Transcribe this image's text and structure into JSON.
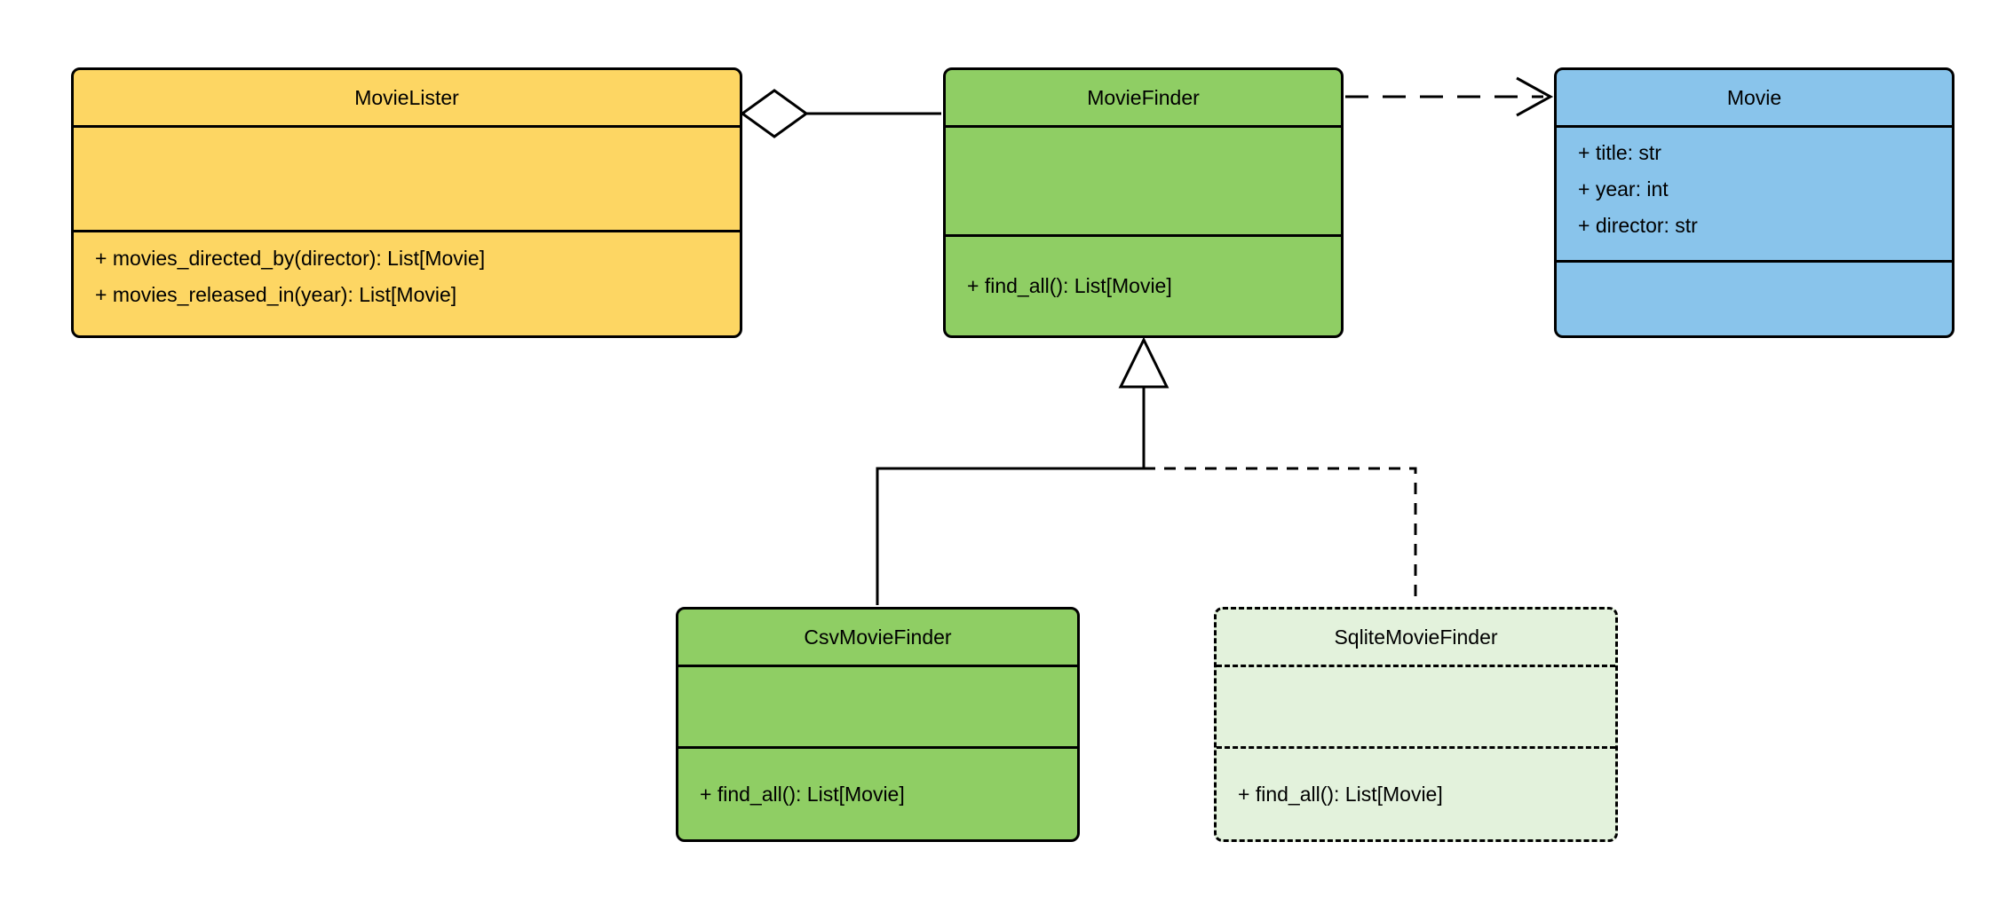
{
  "diagram": {
    "type": "uml-class-diagram",
    "classes": [
      {
        "id": "movie-lister",
        "name": "MovieLister",
        "attributes": [],
        "methods": [
          "+ movies_directed_by(director): List[Movie]",
          "+ movies_released_in(year): List[Movie]"
        ],
        "fill": "#FDD663",
        "border_style": "solid"
      },
      {
        "id": "movie-finder",
        "name": "MovieFinder",
        "attributes": [],
        "methods": [
          "+ find_all(): List[Movie]"
        ],
        "fill": "#8FCE64",
        "border_style": "solid"
      },
      {
        "id": "movie",
        "name": "Movie",
        "attributes": [
          "+ title: str",
          "+ year: int",
          "+ director: str"
        ],
        "methods": [],
        "fill": "#89C4EB",
        "border_style": "solid"
      },
      {
        "id": "csv-movie-finder",
        "name": "CsvMovieFinder",
        "attributes": [],
        "methods": [
          "+ find_all(): List[Movie]"
        ],
        "fill": "#8FCE64",
        "border_style": "solid"
      },
      {
        "id": "sqlite-movie-finder",
        "name": "SqliteMovieFinder",
        "attributes": [],
        "methods": [
          "+ find_all(): List[Movie]"
        ],
        "fill": "#E3F2DC",
        "border_style": "dashed"
      }
    ],
    "relationships": [
      {
        "type": "aggregation",
        "from": "MovieLister",
        "to": "MovieFinder",
        "line": "solid",
        "marker": "hollow-diamond"
      },
      {
        "type": "dependency",
        "from": "MovieFinder",
        "to": "Movie",
        "line": "dashed",
        "marker": "open-arrow"
      },
      {
        "type": "generalization",
        "from": "CsvMovieFinder",
        "to": "MovieFinder",
        "line": "solid",
        "marker": "hollow-triangle"
      },
      {
        "type": "generalization",
        "from": "SqliteMovieFinder",
        "to": "MovieFinder",
        "line": "dashed",
        "marker": "hollow-triangle"
      }
    ],
    "colors": {
      "stroke": "#000000",
      "background": "#ffffff",
      "marker_fill": "#ffffff"
    }
  }
}
